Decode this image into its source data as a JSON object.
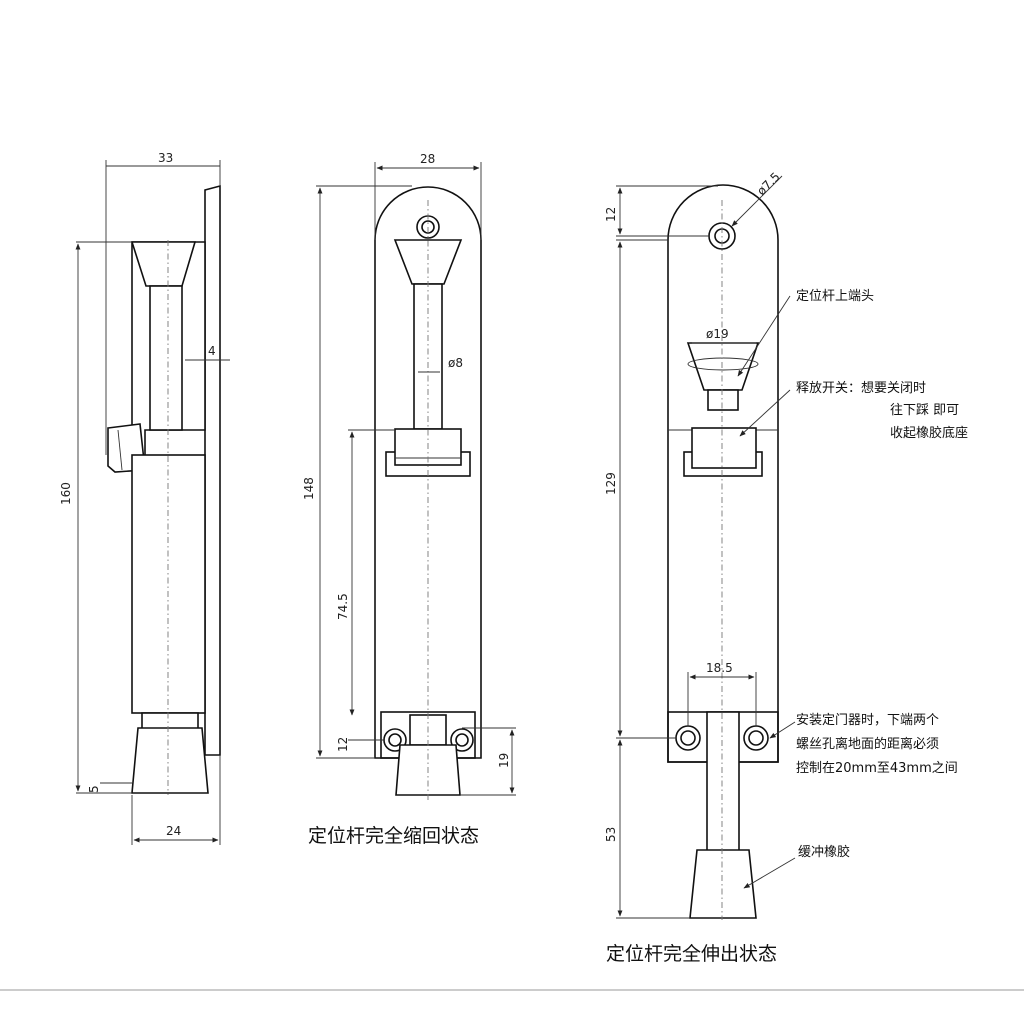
{
  "dimensions": {
    "left_width_top": "33",
    "left_height": "160",
    "left_thickness": "4",
    "left_gap": "5",
    "left_base": "24",
    "mid_width": "28",
    "mid_height": "148",
    "mid_rod_dia": "ø8",
    "mid_switch_to_bottom": "74.5",
    "mid_bottom_hole": "12",
    "mid_rubber": "19",
    "right_hole_offset": "12",
    "right_hole_dia": "ø7.5",
    "right_head_dia": "ø19",
    "right_height": "129",
    "right_hole_spacing": "18.5",
    "right_extension": "53"
  },
  "notes": {
    "head": "定位杆上端头",
    "release_1": "释放开关：想要关闭时",
    "release_2": "往下踩 即可",
    "release_3": "收起橡胶底座",
    "install_1": "安装定门器时，下端两个",
    "install_2": "螺丝孔离地面的距离必须",
    "install_3": "控制在20mm至43mm之间",
    "rubber": "缓冲橡胶"
  },
  "captions": {
    "retracted": "定位杆完全缩回状态",
    "extended": "定位杆完全伸出状态"
  }
}
